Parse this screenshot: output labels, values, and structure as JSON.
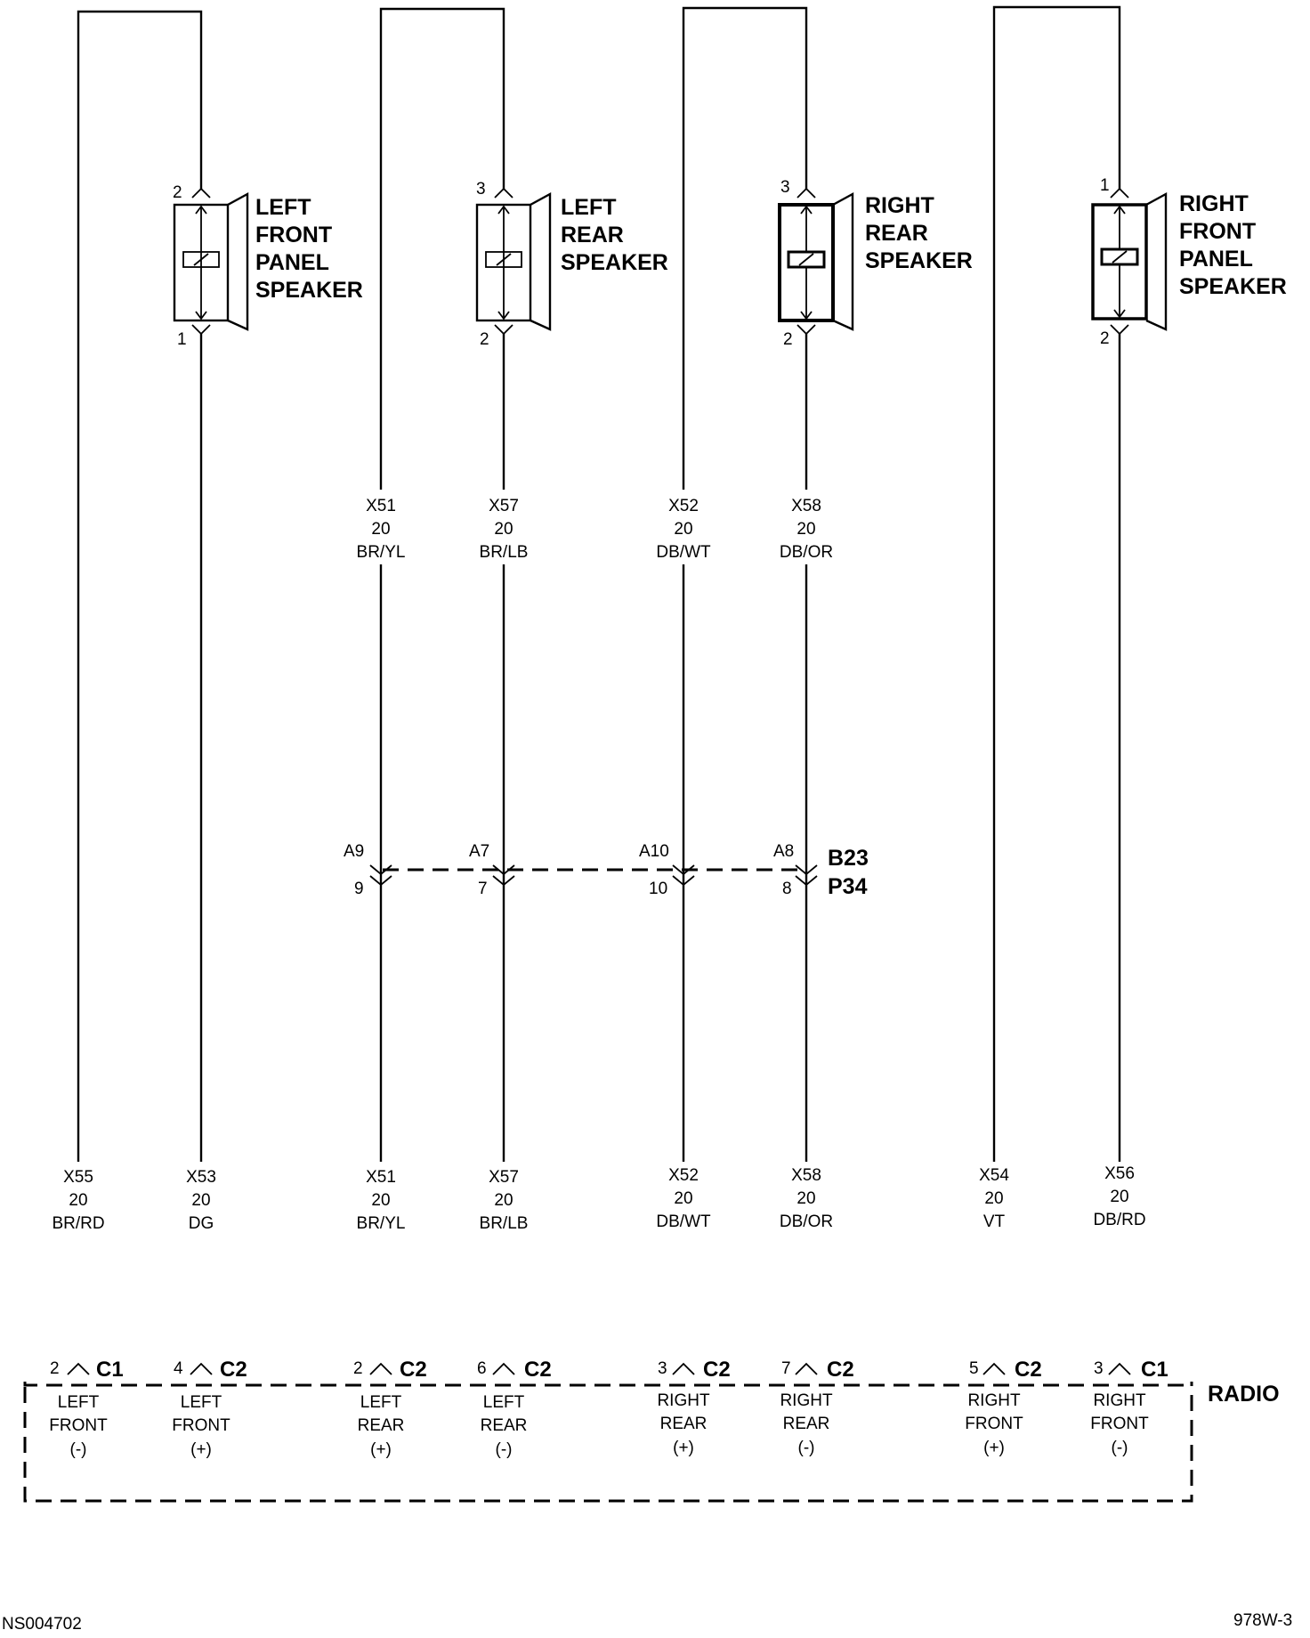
{
  "speakers": [
    {
      "id": "lf",
      "name_lines": [
        "LEFT",
        "FRONT",
        "PANEL",
        "SPEAKER"
      ],
      "pin_top": "2",
      "pin_bottom": "1"
    },
    {
      "id": "lr",
      "name_lines": [
        "LEFT",
        "REAR",
        "SPEAKER"
      ],
      "pin_top": "3",
      "pin_bottom": "2"
    },
    {
      "id": "rr",
      "name_lines": [
        "RIGHT",
        "REAR",
        "SPEAKER"
      ],
      "pin_top": "3",
      "pin_bottom": "2"
    },
    {
      "id": "rf",
      "name_lines": [
        "RIGHT",
        "FRONT",
        "PANEL",
        "SPEAKER"
      ],
      "pin_top": "1",
      "pin_bottom": "2"
    }
  ],
  "upper_wires": [
    {
      "circuit": "X51",
      "gauge": "20",
      "color": "BR/YL"
    },
    {
      "circuit": "X57",
      "gauge": "20",
      "color": "BR/LB"
    },
    {
      "circuit": "X52",
      "gauge": "20",
      "color": "DB/WT"
    },
    {
      "circuit": "X58",
      "gauge": "20",
      "color": "DB/OR"
    }
  ],
  "inline_connector": {
    "names": [
      "B23",
      "P34"
    ],
    "pins": [
      {
        "top": "A9",
        "bottom": "9"
      },
      {
        "top": "A7",
        "bottom": "7"
      },
      {
        "top": "A10",
        "bottom": "10"
      },
      {
        "top": "A8",
        "bottom": "8"
      }
    ]
  },
  "lower_wires": [
    {
      "circuit": "X55",
      "gauge": "20",
      "color": "BR/RD"
    },
    {
      "circuit": "X53",
      "gauge": "20",
      "color": "DG"
    },
    {
      "circuit": "X51",
      "gauge": "20",
      "color": "BR/YL"
    },
    {
      "circuit": "X57",
      "gauge": "20",
      "color": "BR/LB"
    },
    {
      "circuit": "X52",
      "gauge": "20",
      "color": "DB/WT"
    },
    {
      "circuit": "X58",
      "gauge": "20",
      "color": "DB/OR"
    },
    {
      "circuit": "X54",
      "gauge": "20",
      "color": "VT"
    },
    {
      "circuit": "X56",
      "gauge": "20",
      "color": "DB/RD"
    }
  ],
  "radio": {
    "title": "RADIO",
    "pins": [
      {
        "pin": "2",
        "connector": "C1",
        "line1": "LEFT",
        "line2": "FRONT",
        "polarity": "(-)"
      },
      {
        "pin": "4",
        "connector": "C2",
        "line1": "LEFT",
        "line2": "FRONT",
        "polarity": "(+)"
      },
      {
        "pin": "2",
        "connector": "C2",
        "line1": "LEFT",
        "line2": "REAR",
        "polarity": "(+)"
      },
      {
        "pin": "6",
        "connector": "C2",
        "line1": "LEFT",
        "line2": "REAR",
        "polarity": "(-)"
      },
      {
        "pin": "3",
        "connector": "C2",
        "line1": "RIGHT",
        "line2": "REAR",
        "polarity": "(+)"
      },
      {
        "pin": "7",
        "connector": "C2",
        "line1": "RIGHT",
        "line2": "REAR",
        "polarity": "(-)"
      },
      {
        "pin": "5",
        "connector": "C2",
        "line1": "RIGHT",
        "line2": "FRONT",
        "polarity": "(+)"
      },
      {
        "pin": "3",
        "connector": "C1",
        "line1": "RIGHT",
        "line2": "FRONT",
        "polarity": "(-)"
      }
    ]
  },
  "footer": {
    "left_code": "NS004702",
    "right_code": "978W-3"
  }
}
